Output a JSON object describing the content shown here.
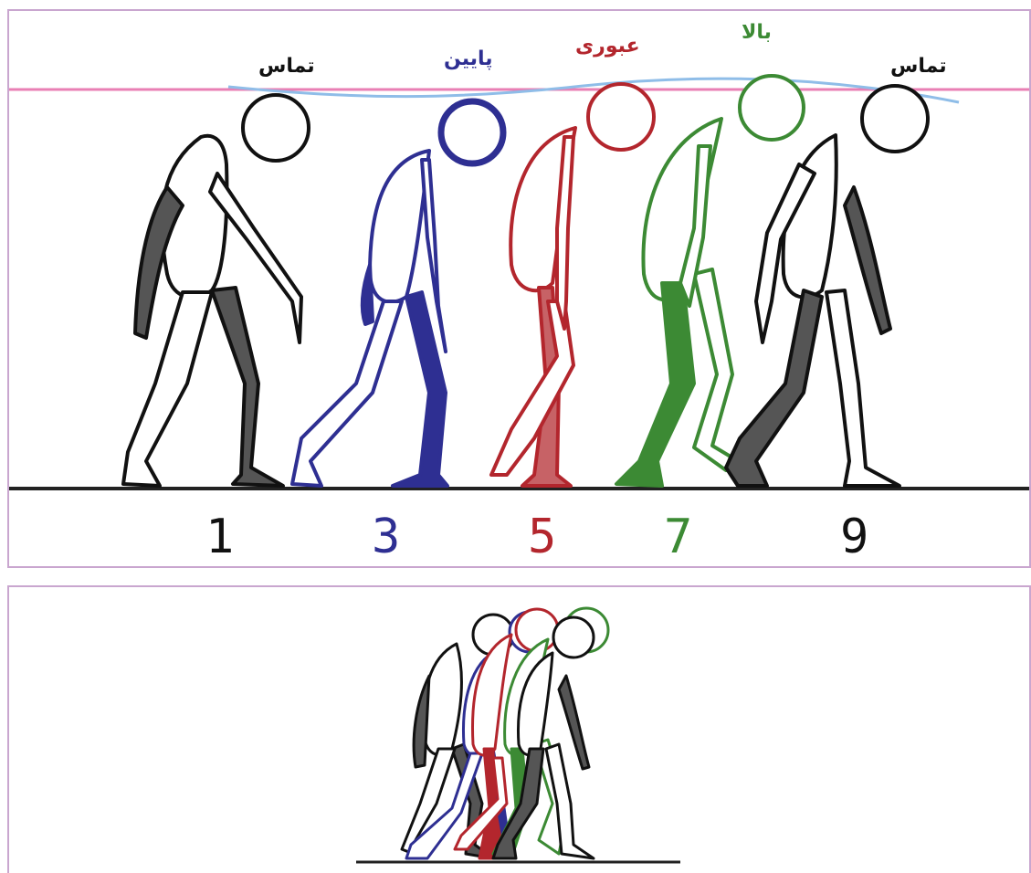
{
  "labels": {
    "contact_left": "تماس",
    "down": "پایین",
    "passing": "عبوری",
    "up": "بالا",
    "contact_right": "تماس"
  },
  "frames": [
    "1",
    "3",
    "5",
    "7",
    "9"
  ],
  "colors": {
    "black": "#111111",
    "blue": "#2e2f92",
    "red": "#b3262d",
    "green": "#3c8a34",
    "fill_dark": "#555555",
    "pink_line": "#e97fb4",
    "blue_curve": "#8fbde8",
    "frame": "#c9a6cf"
  }
}
